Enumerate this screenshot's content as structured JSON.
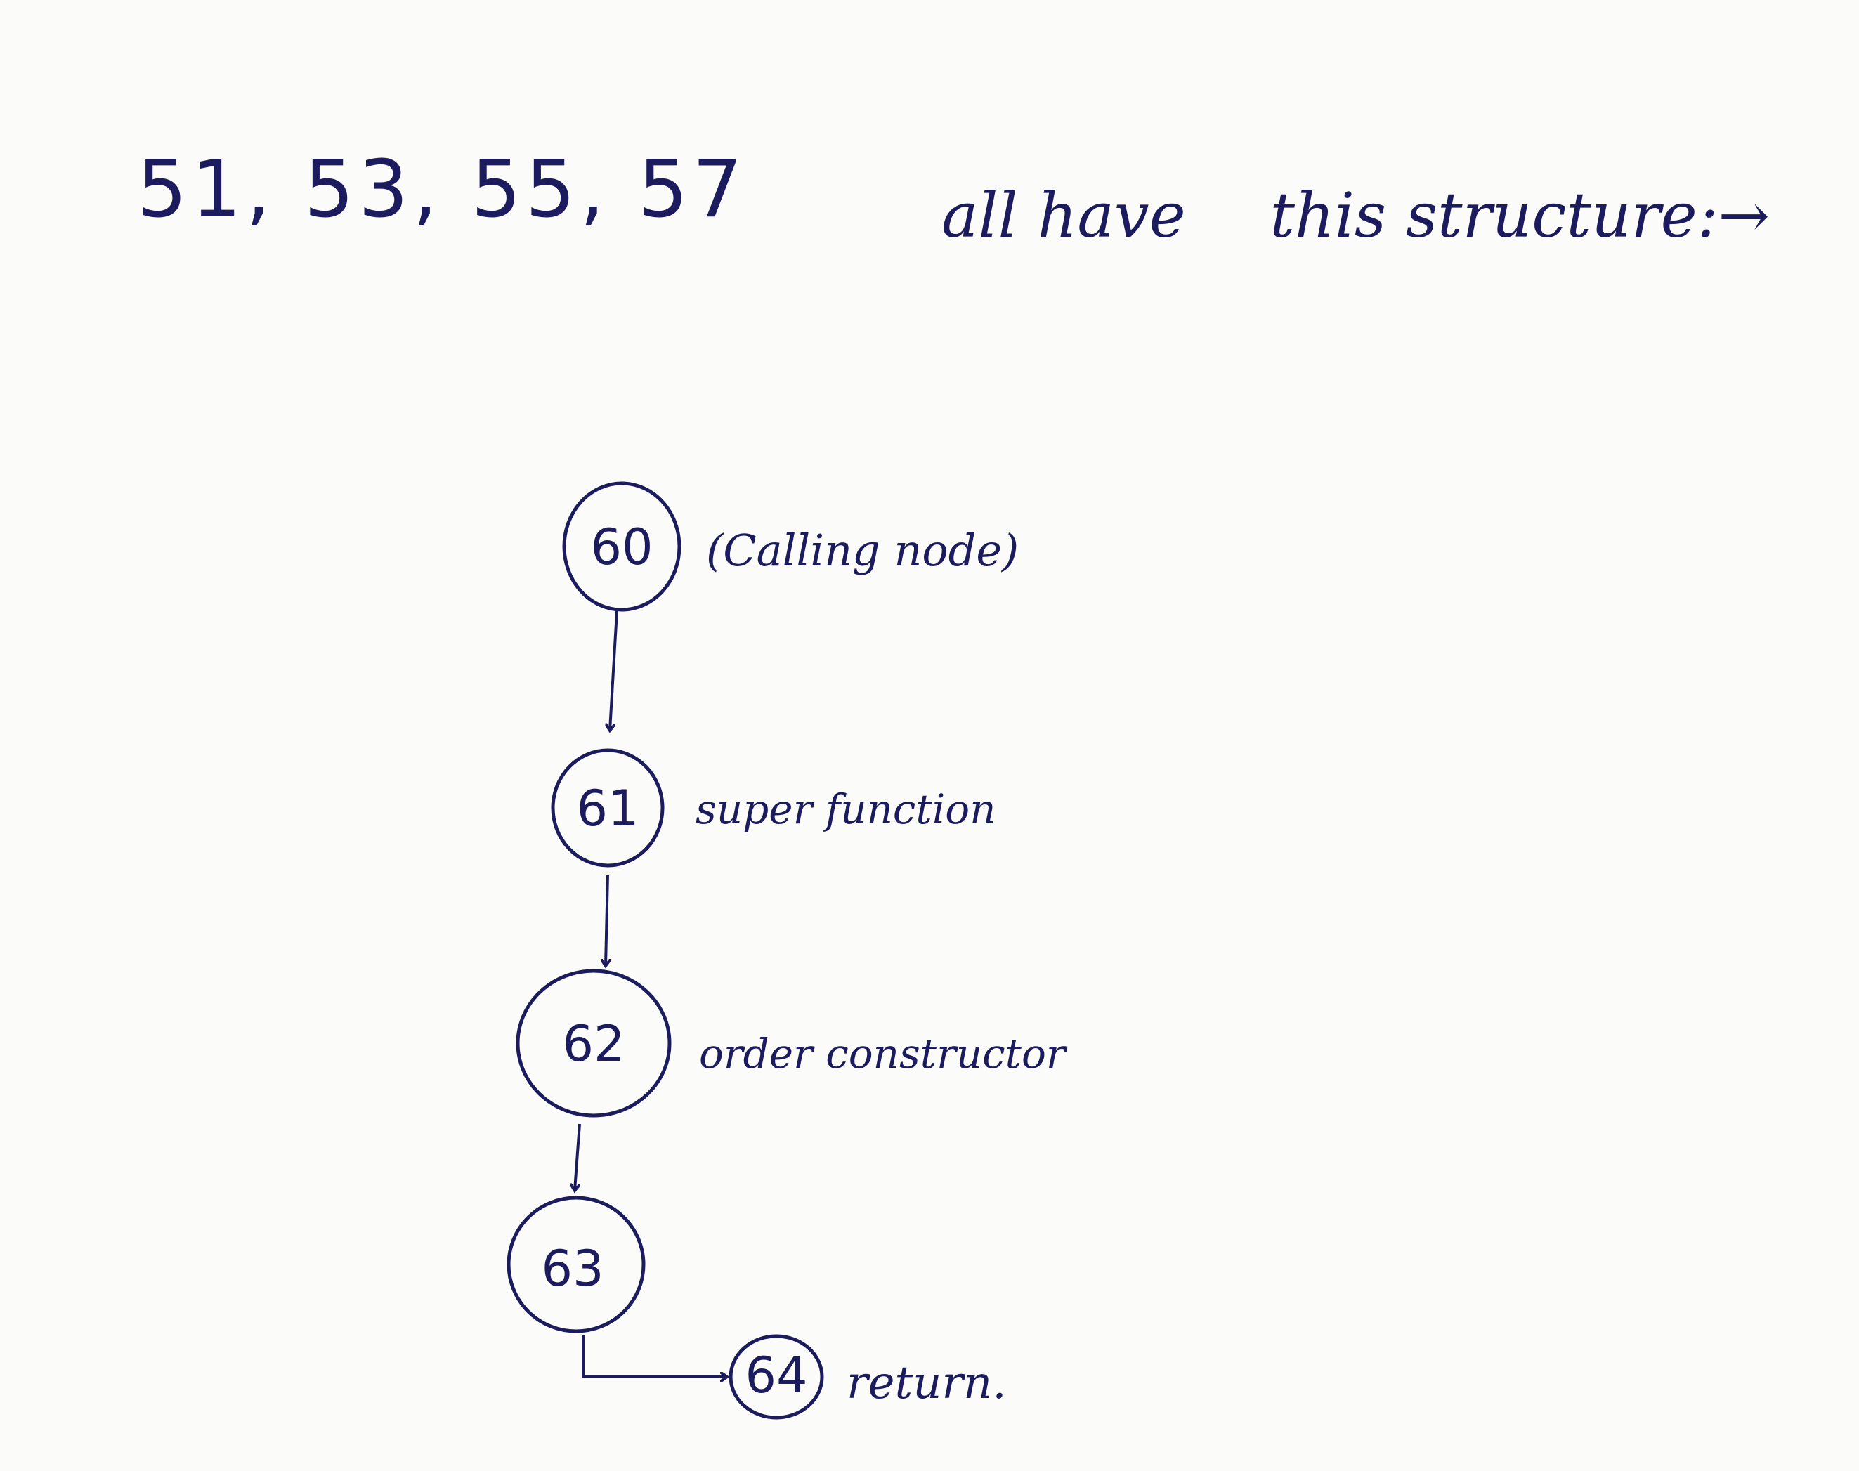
{
  "heading": {
    "numbers": "51, 53, 55, 57",
    "phrase_1": "all have",
    "phrase_2": "this structure:",
    "arrow": "→"
  },
  "nodes": [
    {
      "id": "60",
      "annotation": "(Calling node)"
    },
    {
      "id": "61",
      "annotation": "super function"
    },
    {
      "id": "62",
      "annotation": "order constructor"
    },
    {
      "id": "63",
      "annotation": ""
    },
    {
      "id": "64",
      "annotation": "return."
    }
  ],
  "colors": {
    "ink": "#1b1b5e",
    "paper": "#fbfbfa"
  }
}
